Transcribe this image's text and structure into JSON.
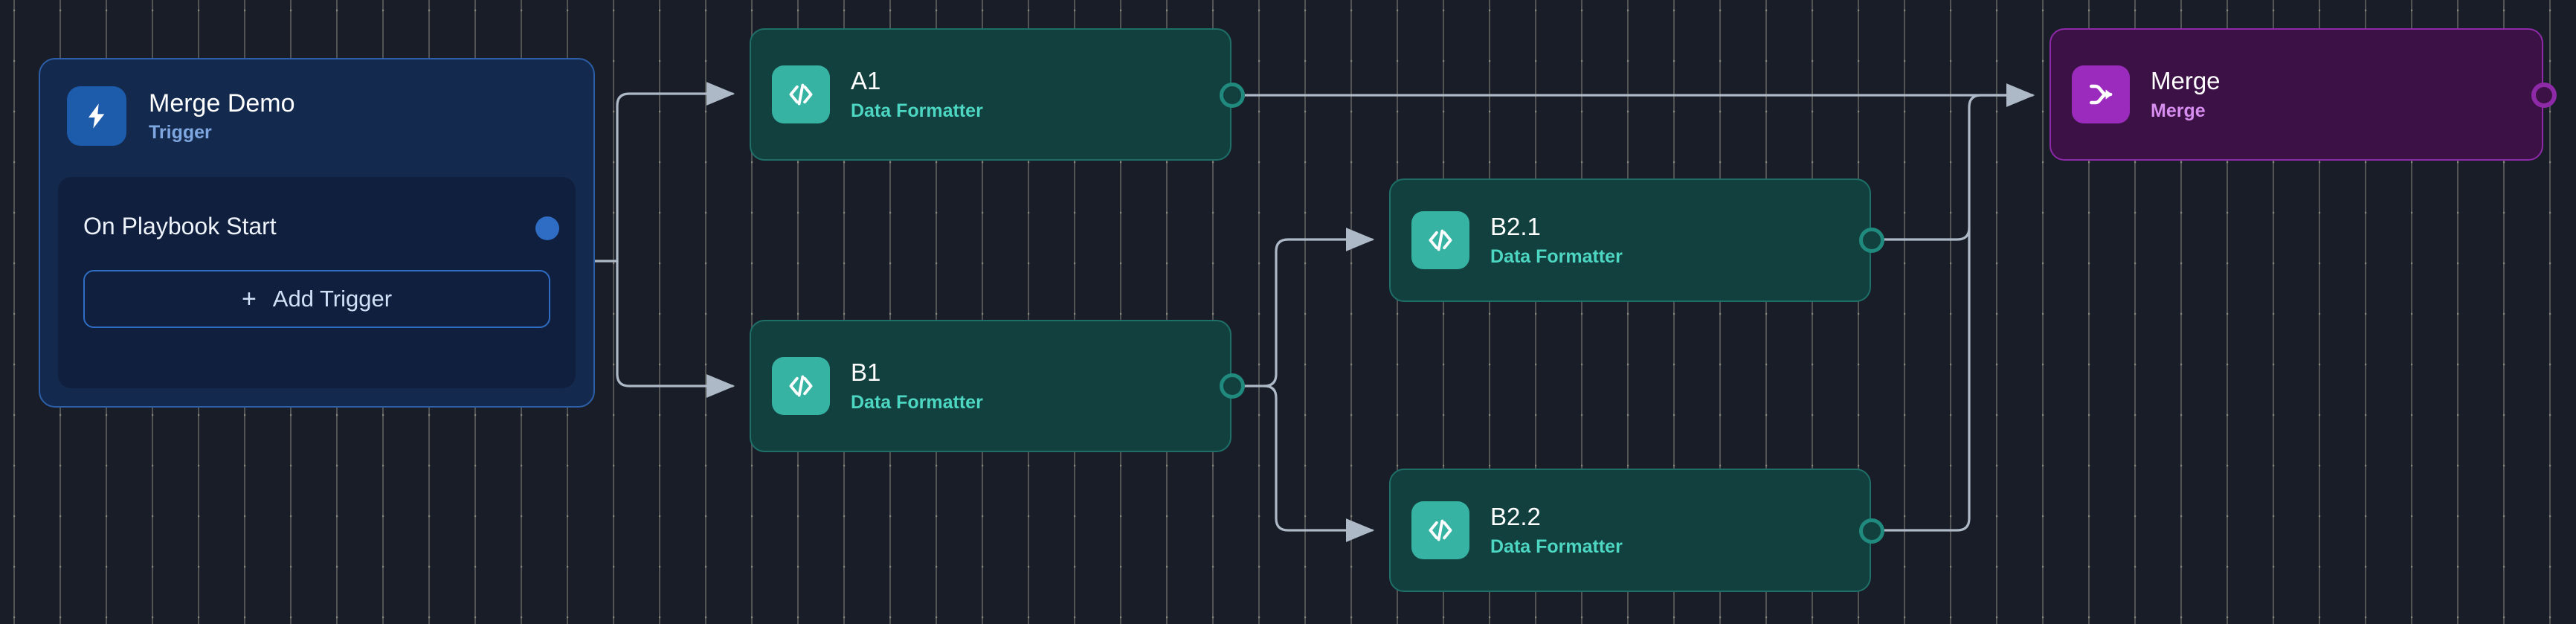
{
  "canvas": {
    "background_color": "#181d27",
    "grid": "dot-grid"
  },
  "trigger_card": {
    "icon": "lightning-bolt-icon",
    "title": "Merge Demo",
    "subtitle": "Trigger",
    "accent_color": "#2f6cc4",
    "inner": {
      "label": "On Playbook Start",
      "add_trigger_label": "Add Trigger",
      "plus_glyph": "+"
    }
  },
  "nodes": [
    {
      "id": "a1",
      "title": "A1",
      "subtitle": "Data Formatter",
      "icon": "code-brackets-icon",
      "accent_color": "#36b3a2",
      "theme": "teal"
    },
    {
      "id": "b1",
      "title": "B1",
      "subtitle": "Data Formatter",
      "icon": "code-brackets-icon",
      "accent_color": "#36b3a2",
      "theme": "teal"
    },
    {
      "id": "b21",
      "title": "B2.1",
      "subtitle": "Data Formatter",
      "icon": "code-brackets-icon",
      "accent_color": "#36b3a2",
      "theme": "teal"
    },
    {
      "id": "b22",
      "title": "B2.2",
      "subtitle": "Data Formatter",
      "icon": "code-brackets-icon",
      "accent_color": "#36b3a2",
      "theme": "teal"
    },
    {
      "id": "merge",
      "title": "Merge",
      "subtitle": "Merge",
      "icon": "merge-arrow-icon",
      "accent_color": "#9b2bbd",
      "theme": "purple"
    }
  ],
  "edges": {
    "color": "#aeb9c7",
    "connections": [
      {
        "from": "trigger",
        "to": "a1"
      },
      {
        "from": "trigger",
        "to": "b1"
      },
      {
        "from": "a1",
        "to": "merge"
      },
      {
        "from": "b1",
        "to": "b21"
      },
      {
        "from": "b1",
        "to": "b22"
      },
      {
        "from": "b21",
        "to": "merge"
      },
      {
        "from": "b22",
        "to": "merge"
      }
    ]
  }
}
